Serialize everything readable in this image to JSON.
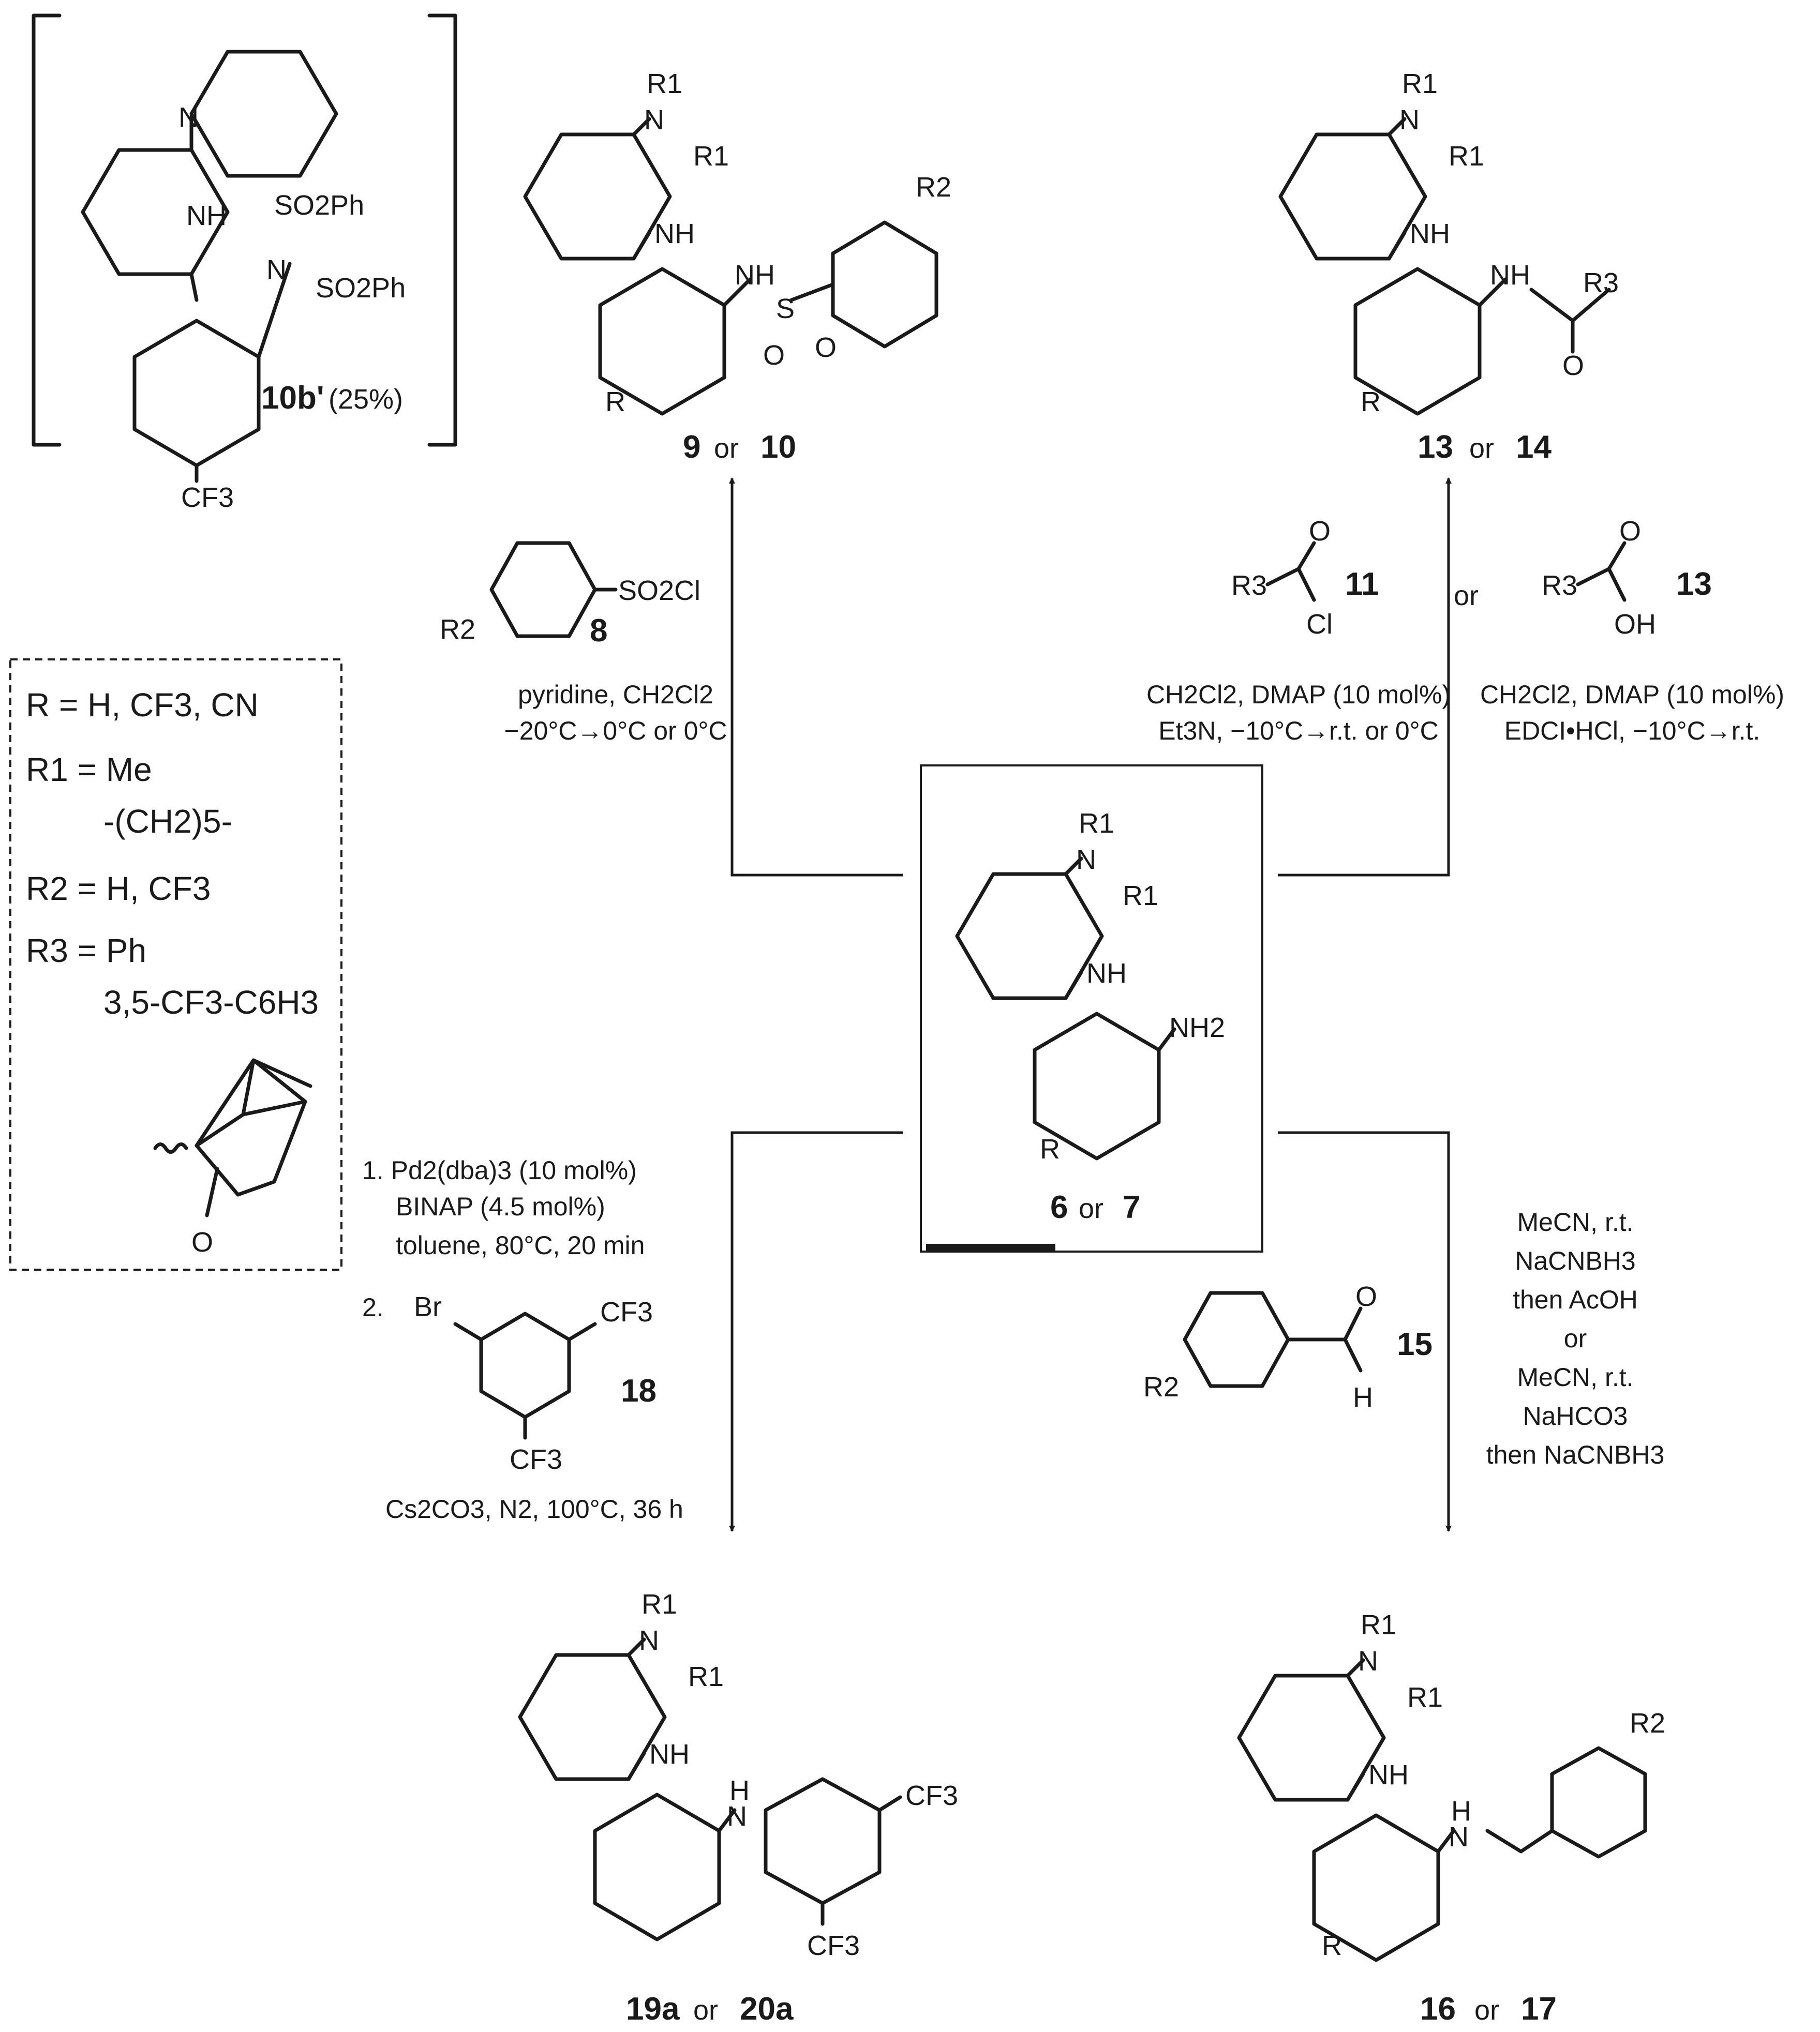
{
  "bracket_compound": {
    "id": "10b'",
    "yield": "(25%)",
    "labels": [
      "NH",
      "SO2Ph",
      "SO2Ph",
      "N",
      "N",
      "CF3"
    ]
  },
  "products": {
    "sulfonamide": {
      "id_a": "9",
      "id_b": "10",
      "or": "or"
    },
    "amide": {
      "id_a": "13",
      "id_b": "14",
      "or": "or"
    },
    "diarylamine": {
      "id_a": "19a",
      "id_b": "20a",
      "or": "or"
    },
    "benzylamine": {
      "id_a": "16",
      "id_b": "17",
      "or": "or"
    }
  },
  "center": {
    "id_a": "6",
    "id_b": "7",
    "or": "or",
    "labels": [
      "R1",
      "N",
      "R1",
      "NH",
      "NH2",
      "R"
    ]
  },
  "reagents": {
    "r8": {
      "id": "8",
      "group": "SO2Cl",
      "sub": "R2"
    },
    "r11": {
      "id": "11",
      "r": "R3",
      "o": "O",
      "x": "Cl"
    },
    "r13": {
      "id": "13",
      "r": "R3",
      "o": "O",
      "x": "OH"
    },
    "or": "or",
    "r15": {
      "id": "15",
      "sub": "R2",
      "o": "O",
      "h": "H"
    },
    "r18": {
      "id": "18",
      "br": "Br",
      "cf3": "CF3"
    }
  },
  "conditions": {
    "sulfonylation": [
      "pyridine, CH2Cl2",
      "−20°C→0°C or 0°C"
    ],
    "acylation": [
      "CH2Cl2, DMAP (10 mol%)",
      "Et3N, −10°C→r.t. or 0°C"
    ],
    "coupling": [
      "CH2Cl2, DMAP (10 mol%)",
      "EDCI•HCl, −10°C→r.t."
    ],
    "amination": [
      "1. Pd2(dba)3 (10 mol%)",
      "BINAP (4.5 mol%)",
      "toluene, 80°C, 20 min",
      "2.",
      "Cs2CO3, N2, 100°C, 36 h"
    ],
    "reductive": [
      "MeCN, r.t.",
      "NaCNBH3",
      "then AcOH",
      "or",
      "MeCN, r.t.",
      "NaHCO3",
      "then NaCNBH3"
    ]
  },
  "definitions": {
    "r": "R = H, CF3, CN",
    "r1": "R1 = Me",
    "r1b": "-(CH2)5-",
    "r2": "R2 = H, CF3",
    "r3": "R3 = Ph",
    "r3b": "3,5-CF3-C6H3",
    "camphor_o": "O"
  },
  "labels": {
    "r1": "R1",
    "n": "N",
    "nh": "NH",
    "r": "R",
    "r2": "R2",
    "r3": "R3",
    "h": "H",
    "s": "S",
    "o": "O",
    "cf3": "CF3"
  }
}
